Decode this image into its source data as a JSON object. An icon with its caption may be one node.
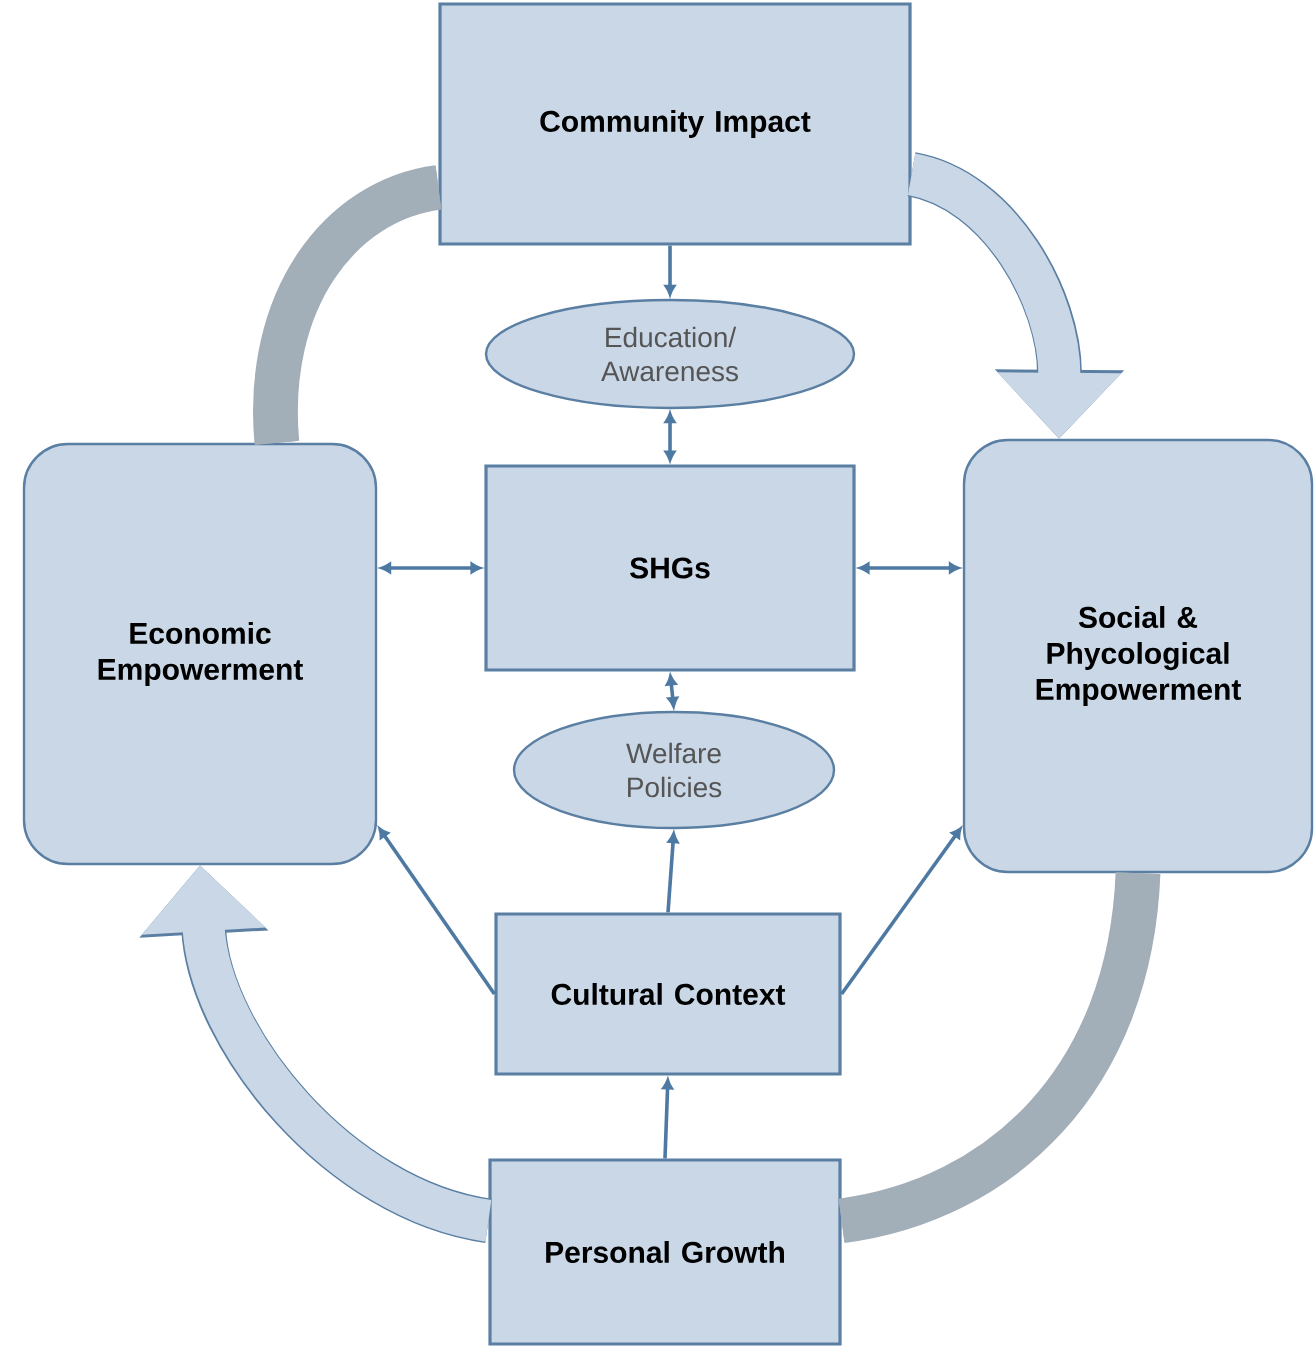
{
  "diagram": {
    "nodes": [
      {
        "text": [
          "Community Impact"
        ]
      },
      {
        "text": [
          "Education/ Awareness"
        ]
      },
      {
        "text": [
          "Economic Empowerment"
        ]
      },
      {
        "text": [
          "SHGs"
        ]
      },
      {
        "text": [
          "Social & Phycological Empowerment"
        ]
      },
      {
        "text": [
          "Welfare Policies"
        ]
      },
      {
        "text": [
          "Cultural Context"
        ]
      },
      {
        "text": [
          "Personal Growth"
        ]
      }
    ],
    "edges": [
      {
        "from": 0,
        "to": 1,
        "arrow": "to"
      },
      {
        "from": 1,
        "to": 3,
        "arrow": "both"
      },
      {
        "from": 2,
        "to": 3,
        "arrow": "both"
      },
      {
        "from": 3,
        "to": 4,
        "arrow": "both"
      },
      {
        "from": 3,
        "to": 5,
        "arrow": "both"
      },
      {
        "from": 6,
        "to": 5,
        "arrow": "to"
      },
      {
        "from": 6,
        "to": 2,
        "arrow": "to"
      },
      {
        "from": 6,
        "to": 4,
        "arrow": "to"
      },
      {
        "from": 7,
        "to": 6,
        "arrow": "to"
      },
      {
        "from": 0,
        "to": 4,
        "arrow": "to",
        "style": "thick",
        "color": "#c9d7e6"
      },
      {
        "from": 7,
        "to": 2,
        "arrow": "to",
        "style": "thick",
        "color": "#c9d7e6"
      },
      {
        "from": 2,
        "to": 0,
        "arrow": "none",
        "style": "thick",
        "color": "#a2aeb8"
      },
      {
        "from": 4,
        "to": 7,
        "arrow": "none",
        "style": "thick",
        "color": "#a2aeb8"
      }
    ]
  }
}
